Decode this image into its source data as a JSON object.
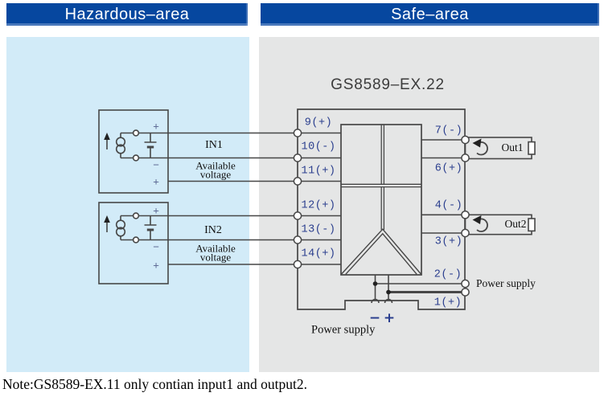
{
  "headers": {
    "left": "Hazardous–area",
    "right": "Safe–area"
  },
  "title": "GS8589–EX.22",
  "note": "Note:GS8589-EX.11 only contian input1 and output2.",
  "terminals": {
    "left": [
      "9(+)",
      "10(-)",
      "11(+)",
      "12(+)",
      "13(-)",
      "14(+)"
    ],
    "right": [
      "7(-)",
      "6(+)",
      "4(-)",
      "3(+)",
      "2(-)",
      "1(+)"
    ]
  },
  "inputs": {
    "in1": {
      "label": "IN1",
      "available_line1": "Available",
      "available_line2": "voltage",
      "plus_top": "+",
      "minus": "−",
      "plus_bottom": "+"
    },
    "in2": {
      "label": "IN2",
      "available_line1": "Available",
      "available_line2": "voltage",
      "plus_top": "+",
      "minus": "−",
      "plus_bottom": "+"
    }
  },
  "outputs": {
    "out1": "Out1",
    "out2": "Out2"
  },
  "power": {
    "label_bottom": "Power supply",
    "label_right": "Power supply",
    "minus": "−",
    "plus": "+"
  },
  "icons": [
    "current-source-icon",
    "battery-icon",
    "up-arrow-icon",
    "loop-arrow-icon",
    "resistor-icon",
    "power-plug-arc-icon",
    "isolation-barrier-icon",
    "amplifier-triangle-icon"
  ],
  "colors": {
    "header_blue": "#06479f",
    "hazard_bg": "#d2ebf8",
    "safe_bg": "#e5e6e6",
    "line": "#474747",
    "terminal_text": "#2a3e8e"
  }
}
